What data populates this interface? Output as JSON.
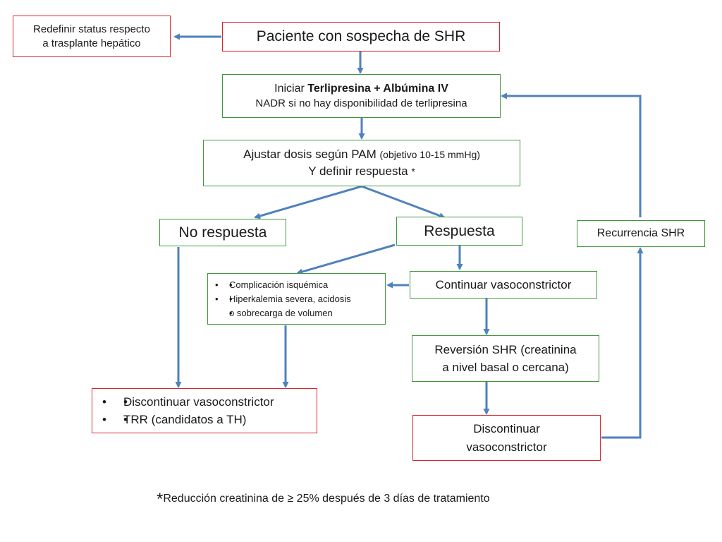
{
  "colors": {
    "arrow": "#4f81bd",
    "red_border": "#d9262b",
    "green_border": "#3f9a3c"
  },
  "nodes": {
    "redefine": {
      "line1": "Redefinir status respecto",
      "line2": "a trasplante hepático"
    },
    "patient": {
      "text": "Paciente con sospecha de SHR"
    },
    "start": {
      "prefix": "Iniciar ",
      "bold": "Terlipresina + Albúmina IV",
      "line2": "NADR si no hay disponibilidad de terlipresina"
    },
    "adjust": {
      "main": "Ajustar dosis según PAM ",
      "objective": "(objetivo   10-15 mmHg)",
      "line2": "Y definir respuesta ",
      "asterisk": "*"
    },
    "no_response": {
      "text": "No respuesta"
    },
    "response": {
      "text": "Respuesta"
    },
    "recurrence": {
      "text": "Recurrencia SHR"
    },
    "complications": {
      "items": [
        "Complicación isquémica",
        "Hiperkalemia severa, acidosis",
        "o sobrecarga de volumen"
      ]
    },
    "continue": {
      "text": "Continuar vasoconstrictor"
    },
    "reversal": {
      "line1": "Reversión SHR (creatinina",
      "line2": "a nivel basal o cercana)"
    },
    "discontinue_left": {
      "items": [
        "Discontinuar vasoconstrictor",
        "TRR (candidatos a TH)"
      ]
    },
    "discontinue_right": {
      "line1": "Discontinuar",
      "line2": "vasoconstrictor"
    }
  },
  "footnote": {
    "asterisk": "*",
    "text": "Reducción creatinina de ≥ 25% después de 3 días de tratamiento"
  }
}
